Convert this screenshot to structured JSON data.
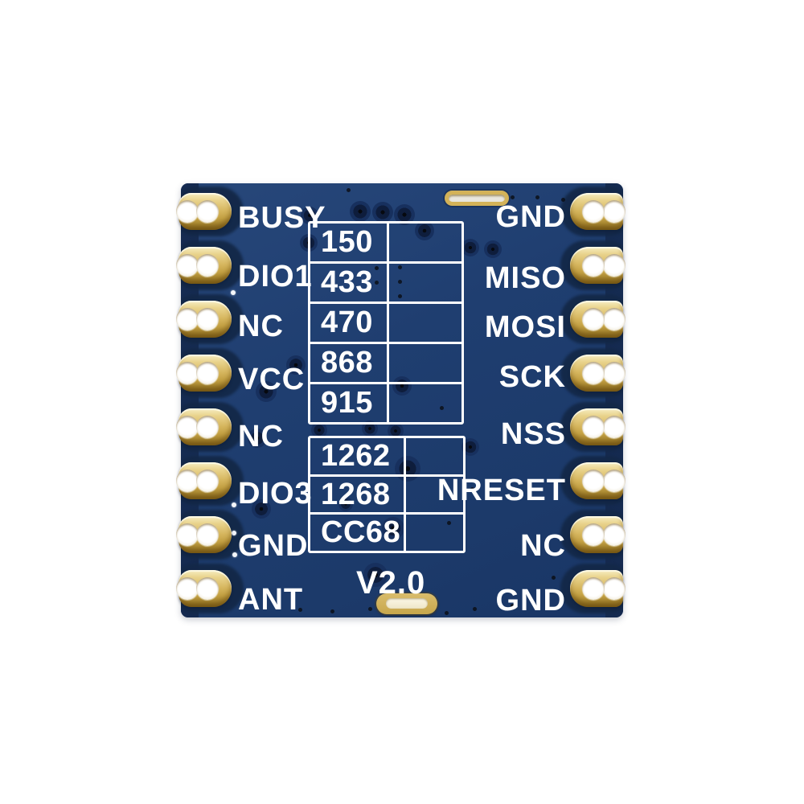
{
  "module": {
    "version_label": "V2.0",
    "left_pins": [
      "BUSY",
      "DIO1",
      "NC",
      "VCC",
      "NC",
      "DIO3",
      "GND",
      "ANT"
    ],
    "right_pins": [
      "GND",
      "MISO",
      "MOSI",
      "SCK",
      "NSS",
      "NRESET",
      "NC",
      "GND"
    ],
    "frequency_table": {
      "rows": [
        "150",
        "433",
        "470",
        "868",
        "915"
      ]
    },
    "chip_table": {
      "rows": [
        "1262",
        "1268",
        "CC68"
      ]
    },
    "colors": {
      "background": "#ffffff",
      "board_blue": "#1e3c6e",
      "board_shadow_blue": "#132848",
      "gold": "#d6b65e",
      "gold_highlight": "#f7eec2",
      "gold_shadow": "#8f7020",
      "silkscreen": "#ffffff"
    }
  }
}
